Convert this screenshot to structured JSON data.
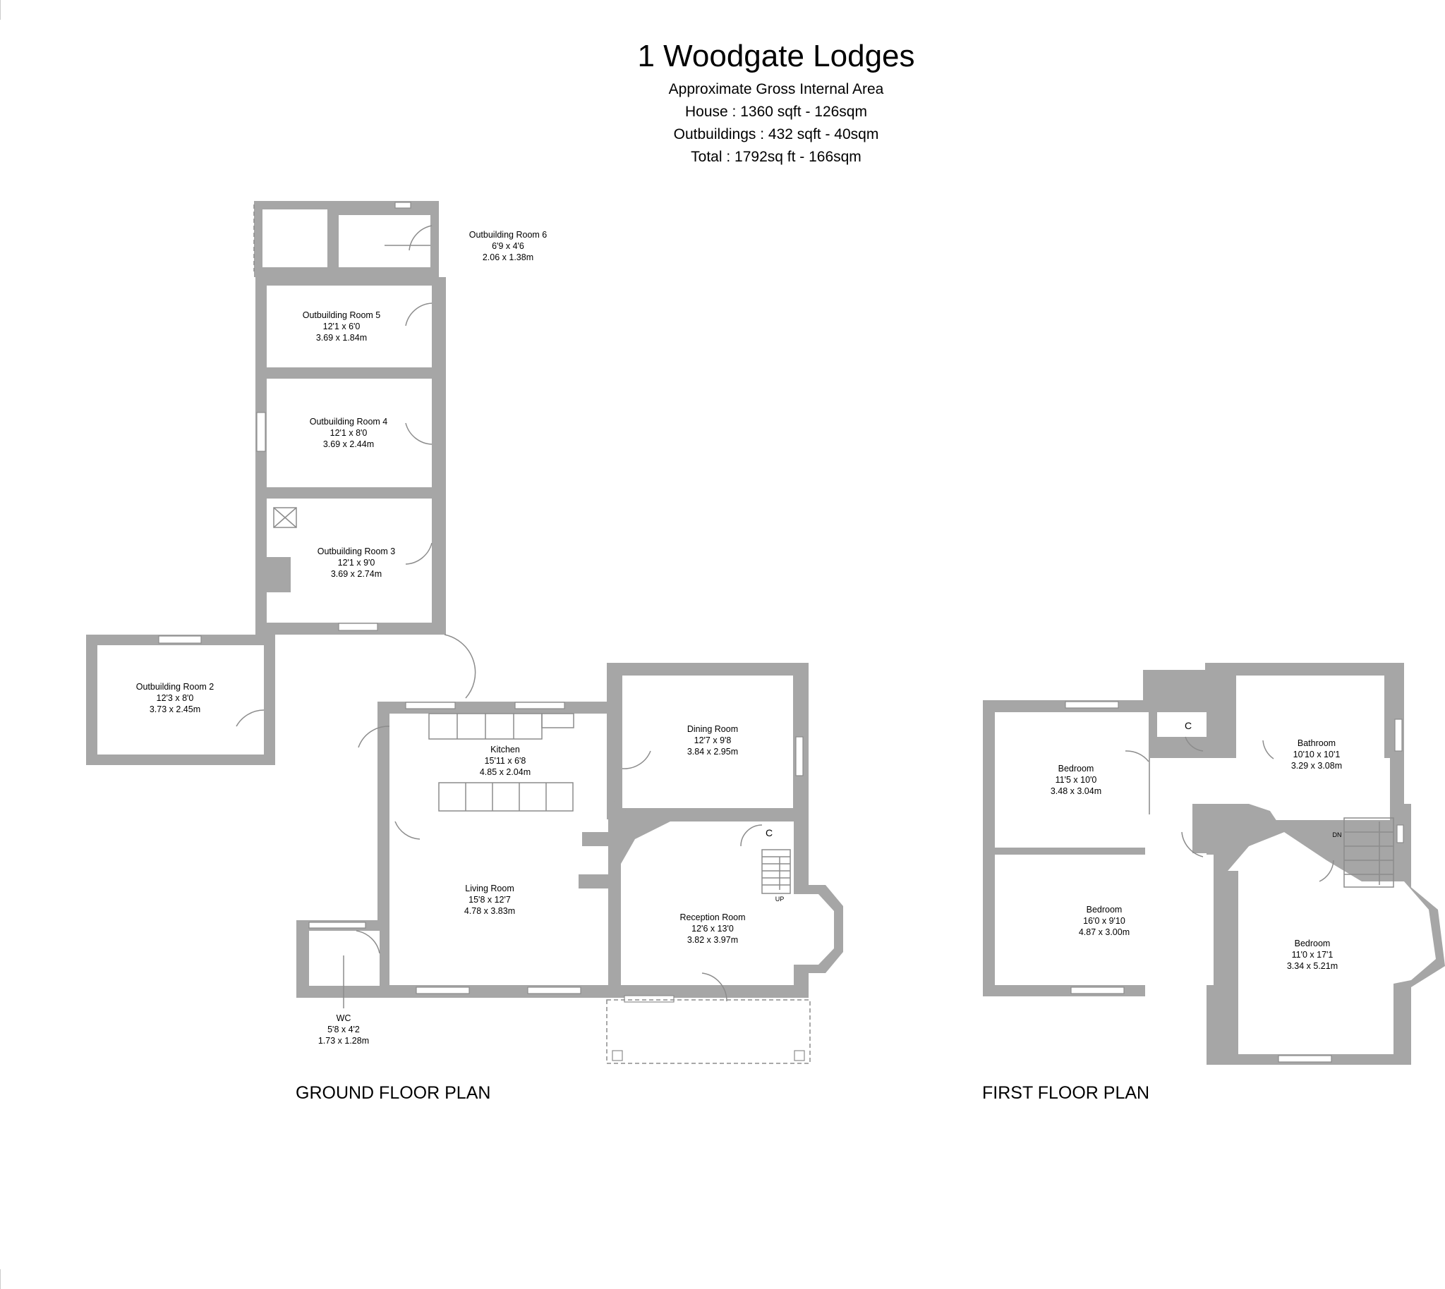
{
  "header": {
    "title": "1 Woodgate Lodges",
    "subtitle": "Approximate Gross Internal Area",
    "house": "House : 1360 sqft - 126sqm",
    "outbuildings": "Outbuildings : 432 sqft - 40sqm",
    "total": "Total : 1792sq ft - 166sqm"
  },
  "ground_floor": {
    "label": "GROUND FLOOR PLAN",
    "rooms": [
      {
        "name": "Outbuilding Room 6",
        "imperial": "6'9 x 4'6",
        "metric": "2.06 x 1.38m"
      },
      {
        "name": "Outbuilding Room 5",
        "imperial": "12'1 x 6'0",
        "metric": "3.69 x 1.84m"
      },
      {
        "name": "Outbuilding Room 4",
        "imperial": "12'1 x 8'0",
        "metric": "3.69 x 2.44m"
      },
      {
        "name": "Outbuilding Room 3",
        "imperial": "12'1 x 9'0",
        "metric": "3.69 x 2.74m"
      },
      {
        "name": "Outbuilding Room 2",
        "imperial": "12'3 x 8'0",
        "metric": "3.73 x 2.45m"
      },
      {
        "name": "Kitchen",
        "imperial": "15'11 x 6'8",
        "metric": "4.85 x 2.04m"
      },
      {
        "name": "Dining Room",
        "imperial": "12'7 x 9'8",
        "metric": "3.84 x 2.95m"
      },
      {
        "name": "Living Room",
        "imperial": "15'8 x 12'7",
        "metric": "4.78 x 3.83m"
      },
      {
        "name": "Reception Room",
        "imperial": "12'6 x 13'0",
        "metric": "3.82 x 3.97m"
      },
      {
        "name": "WC",
        "imperial": "5'8 x 4'2",
        "metric": "1.73 x 1.28m"
      }
    ],
    "cupboard": "C",
    "stairs": "UP"
  },
  "first_floor": {
    "label": "FIRST FLOOR PLAN",
    "rooms": [
      {
        "name": "Bathroom",
        "imperial": "10'10 x 10'1",
        "metric": "3.29 x 3.08m"
      },
      {
        "name": "Bedroom",
        "imperial": "11'5 x 10'0",
        "metric": "3.48 x 3.04m"
      },
      {
        "name": "Bedroom",
        "imperial": "16'0 x 9'10",
        "metric": "4.87 x 3.00m"
      },
      {
        "name": "Bedroom",
        "imperial": "11'0 x 17'1",
        "metric": "3.34 x 5.21m"
      }
    ],
    "cupboard": "C",
    "stairs": "DN"
  }
}
